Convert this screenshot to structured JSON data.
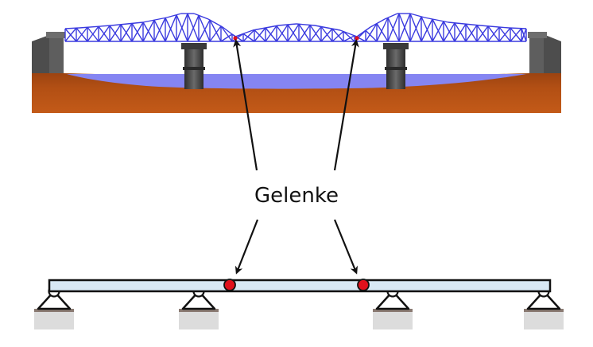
{
  "label": "Gelenke",
  "colors": {
    "ground": "#a84a12",
    "water": "#8585f2",
    "truss": "#3a3adf",
    "pier": "#4a4a4a",
    "beam_fill": "#d8e8f4",
    "beam_stroke": "#111111",
    "hinge": "#e0101c",
    "support_base": "#dcdcdc"
  },
  "diagram": {
    "bridge_hinges": 2,
    "beam_hinges": 2,
    "beam_supports": 4
  }
}
